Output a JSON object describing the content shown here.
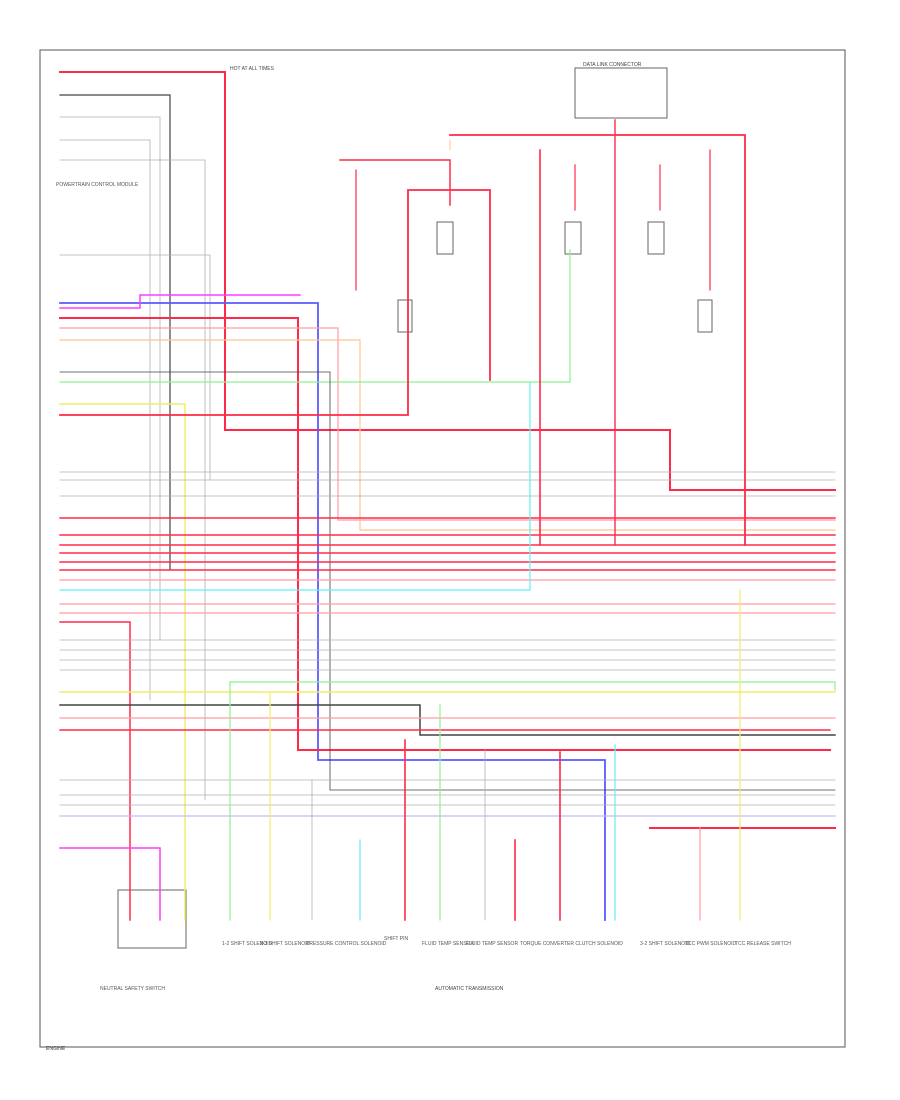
{
  "diagram": {
    "bottom_caption": "AUTOMATIC TRANSMISSION",
    "corner_note": "ENGINE",
    "top_right_label": "DATA LINK CONNECTOR",
    "top_center_label": "HOT AT ALL TIMES",
    "left_module_label": "POWERTRAIN CONTROL MODULE",
    "bottom_left_label": "NEUTRAL SAFETY SWITCH",
    "components": [
      "1-2 SHIFT SOLENOID",
      "2-3 SHIFT SOLENOID",
      "PRESSURE CONTROL SOLENOID",
      "SHIFT PIN",
      "FLUID TEMP SENSOR",
      "FLUID TEMP SENSOR",
      "TORQUE CONVERTER CLUTCH SOLENOID",
      "3-2 SHIFT SOLENOID",
      "TCC PWM SOLENOID",
      "TCC RELEASE SWITCH"
    ],
    "colors": {
      "red": "#ff2a4a",
      "pink": "#ff9aa8",
      "orange": "#ffc490",
      "green": "#8ff08f",
      "yellow": "#f4ec6a",
      "gray": "#b0b0b0",
      "dark": "#444444",
      "blue": "#5a5aff",
      "violet": "#b070ff",
      "magenta": "#ff3cff",
      "cyan": "#60f0f0",
      "lilac": "#c8b8ff"
    }
  }
}
